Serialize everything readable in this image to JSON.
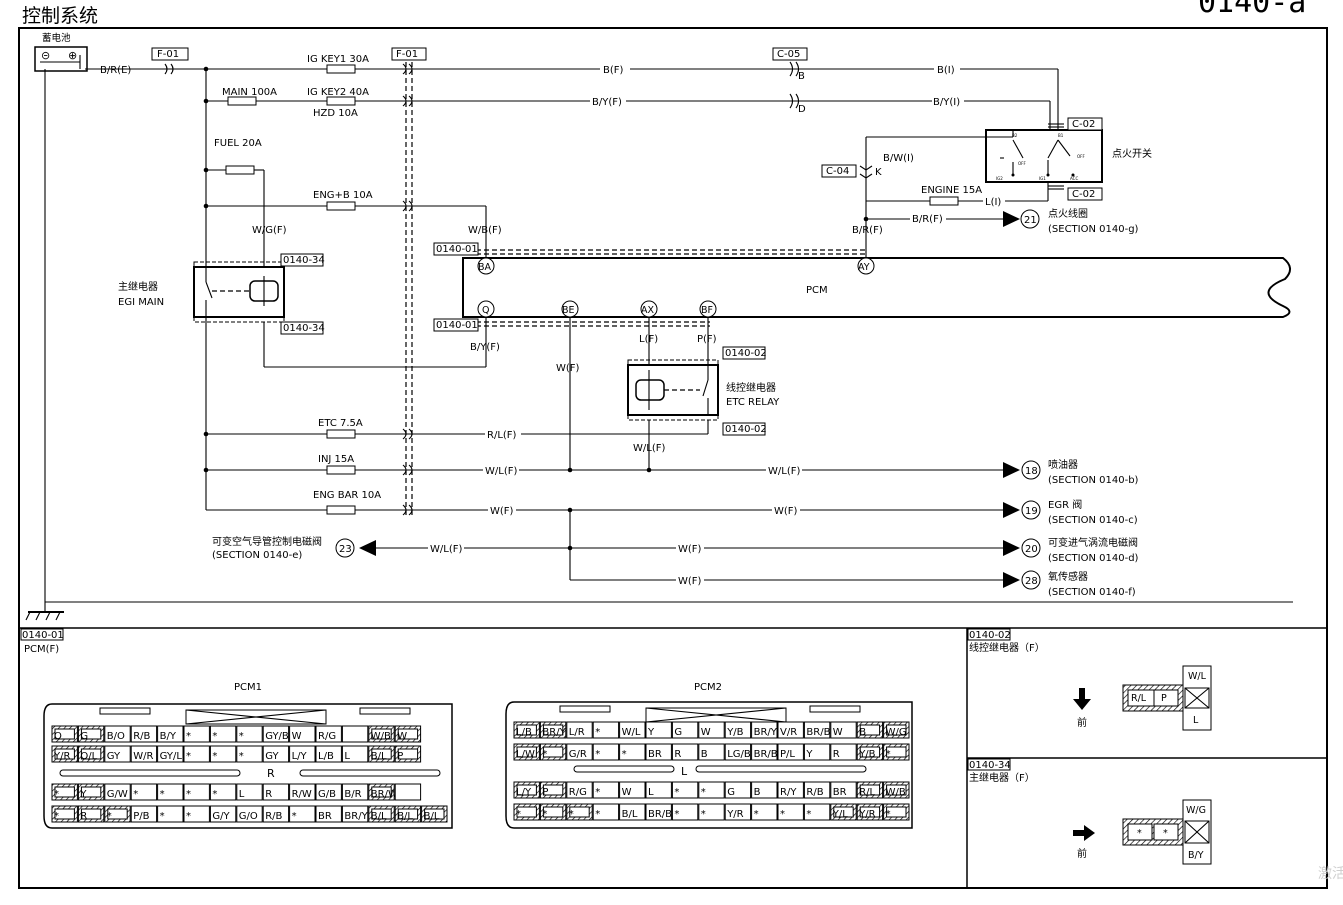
{
  "page": {
    "title": "控制系统",
    "page_id": "0140-a",
    "watermark": "激活 转至"
  },
  "top": {
    "battery": "蓄电池",
    "battery_minus": "⊝",
    "battery_plus": "⊕",
    "wire_bre": "B/R(E)",
    "connector_f01": "F-01",
    "connector_c05": "C-05",
    "connector_c02": "C-02",
    "connector_c04": "C-04",
    "fuse_igkey1": "IG KEY1 30A",
    "fuse_main": "MAIN 100A",
    "fuse_igkey2": "IG KEY2 40A",
    "fuse_hzd": "HZD 10A",
    "fuse_fuel": "FUEL 20A",
    "fuse_engb": "ENG+B 10A",
    "fuse_engine": "ENGINE 15A",
    "fuse_etc": "ETC 7.5A",
    "fuse_inj": "INJ 15A",
    "fuse_engbar": "ENG BAR 10A",
    "wire_bf": "B(F)",
    "wire_bi": "B(I)",
    "wire_byf": "B/Y(F)",
    "wire_byi": "B/Y(I)",
    "pin_b": "B",
    "pin_d": "D",
    "pin_k": "K",
    "wire_bwi": "B/W(I)",
    "wire_li": "L(I)",
    "wire_brf": "B/R(F)",
    "wire_wgf": "W/G(F)",
    "wire_wbf": "W/B(F)",
    "wire_rlf": "R/L(F)",
    "wire_wlf": "W/L(F)",
    "wire_wf": "W(F)",
    "wire_lf": "L(F)",
    "wire_pf": "P(F)",
    "ign_switch": "点火开关",
    "ign_ig2": "IG2",
    "ign_b2": "B2",
    "ign_b1": "B1",
    "ign_ig1": "IG1",
    "ign_acc": "ACC",
    "ign_off": "OFF",
    "main_relay_cn": "主继电器",
    "main_relay_en": "EGI MAIN",
    "ref_014034": "0140-34",
    "ref_014001": "0140-01",
    "ref_014002": "0140-02",
    "etc_relay_cn": "线控继电器",
    "etc_relay_en": "ETC RELAY",
    "pcm": "PCM",
    "pin_ba": "BA",
    "pin_ay": "AY",
    "pin_q": "Q",
    "pin_be": "BE",
    "pin_ax": "AX",
    "pin_bf": "BF"
  },
  "outputs": [
    {
      "num": "21",
      "cn": "点火线圈",
      "sec": "(SECTION 0140-g)"
    },
    {
      "num": "18",
      "cn": "喷油器",
      "sec": "(SECTION 0140-b)"
    },
    {
      "num": "19",
      "cn": "EGR 阀",
      "sec": "(SECTION 0140-c)"
    },
    {
      "num": "20",
      "cn": "可变进气涡流电磁阀",
      "sec": "(SECTION 0140-d)"
    },
    {
      "num": "28",
      "cn": "氧传感器",
      "sec": "(SECTION 0140-f)"
    },
    {
      "num": "23",
      "cn": "可变空气导管控制电磁阀",
      "sec": "(SECTION 0140-e)"
    }
  ],
  "bottom": {
    "pcm_ref": "0140-01",
    "pcm_label": "PCM(F)",
    "pcm1": "PCM1",
    "pcm2": "PCM2",
    "pcm1_mark": "R",
    "pcm2_mark": "L",
    "etc_ref": "0140-02",
    "etc_label": "线控继电器（F）",
    "main_ref": "0140-34",
    "main_label": "主继电器（F）",
    "front": "前",
    "etc_pins": [
      "R/L",
      "P",
      "W/L",
      "L"
    ],
    "main_pins": [
      "*",
      "*",
      "W/G",
      "B/Y"
    ]
  },
  "pcm1_rows": [
    [
      "O",
      "G",
      "B/O",
      "R/B",
      "B/Y",
      "*",
      "*",
      "*",
      "GY/B",
      "W",
      "R/G",
      "",
      "W/B",
      "W"
    ],
    [
      "Y/R",
      "O/L",
      "GY",
      "W/R",
      "GY/L",
      "*",
      "*",
      "*",
      "GY",
      "L/Y",
      "L/B",
      "L",
      "B/L",
      "P"
    ],
    [
      "*",
      "Y",
      "G/W",
      "*",
      "*",
      "*",
      "*",
      "L",
      "R",
      "R/W",
      "G/B",
      "B/R",
      "BR/W",
      ""
    ],
    [
      "*",
      "R",
      "*",
      "P/B",
      "*",
      "*",
      "G/Y",
      "G/O",
      "R/B",
      "*",
      "BR",
      "BR/Y",
      "B/L",
      "B/L",
      "B/L"
    ]
  ],
  "pcm2_rows": [
    [
      "L/B",
      "BR/Y",
      "L/R",
      "*",
      "W/L",
      "Y",
      "G",
      "W",
      "Y/B",
      "BR/Y",
      "V/R",
      "BR/B",
      "W",
      "B",
      "W/G"
    ],
    [
      "L/W",
      "*",
      "G/R",
      "*",
      "*",
      "BR",
      "R",
      "B",
      "LG/B",
      "BR/B",
      "P/L",
      "Y",
      "R",
      "Y/B",
      "*"
    ],
    [
      "L/Y",
      "P",
      "R/G",
      "*",
      "W",
      "L",
      "*",
      "*",
      "G",
      "B",
      "R/Y",
      "R/B",
      "BR",
      "R/L",
      "W/B"
    ],
    [
      "*",
      "*",
      "*",
      "*",
      "B/L",
      "BR/B",
      "*",
      "*",
      "Y/R",
      "*",
      "*",
      "*",
      "Y/L",
      "Y/R",
      "*"
    ]
  ]
}
